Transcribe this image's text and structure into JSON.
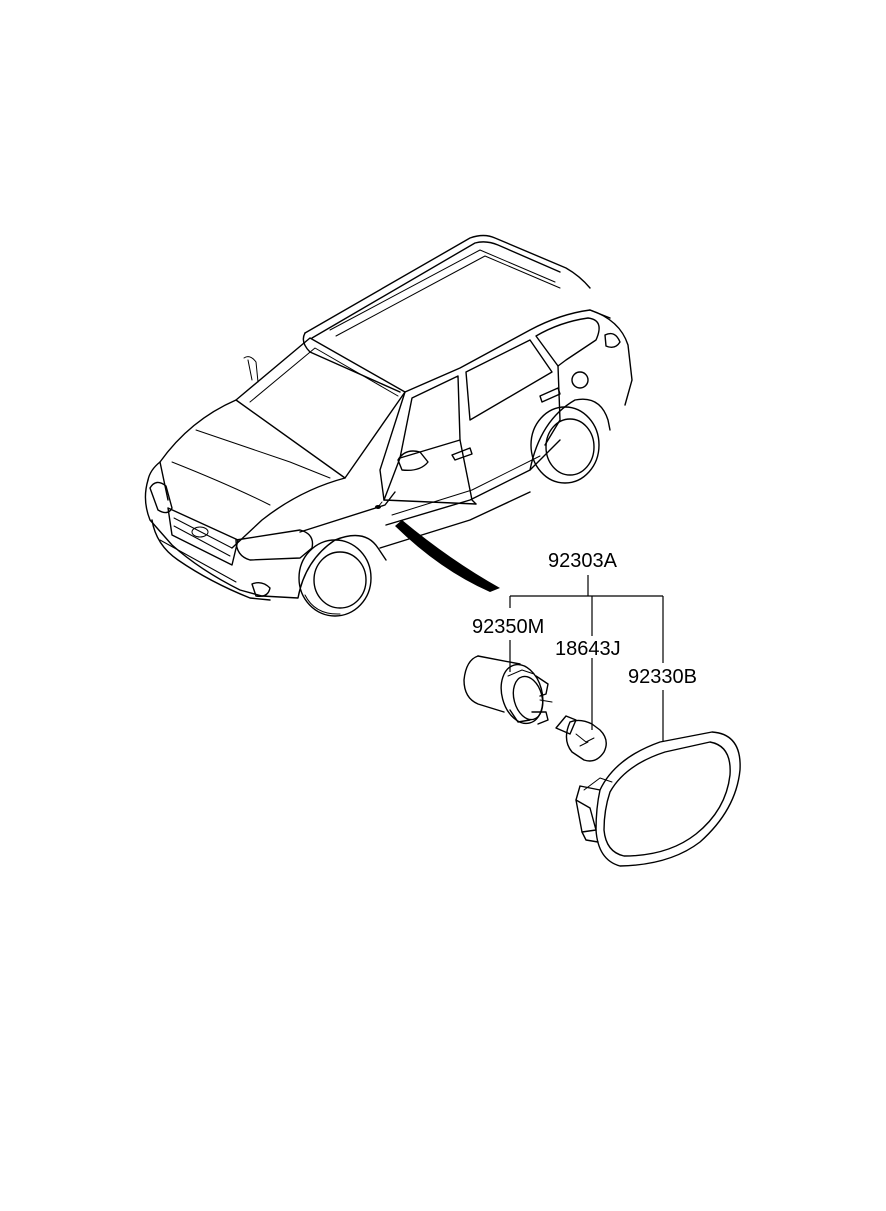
{
  "diagram": {
    "parts": {
      "assembly": "92303A",
      "socket": "92350M",
      "bulb": "18643J",
      "lens": "92330B"
    },
    "colors": {
      "line": "#000000",
      "background": "#ffffff"
    }
  }
}
